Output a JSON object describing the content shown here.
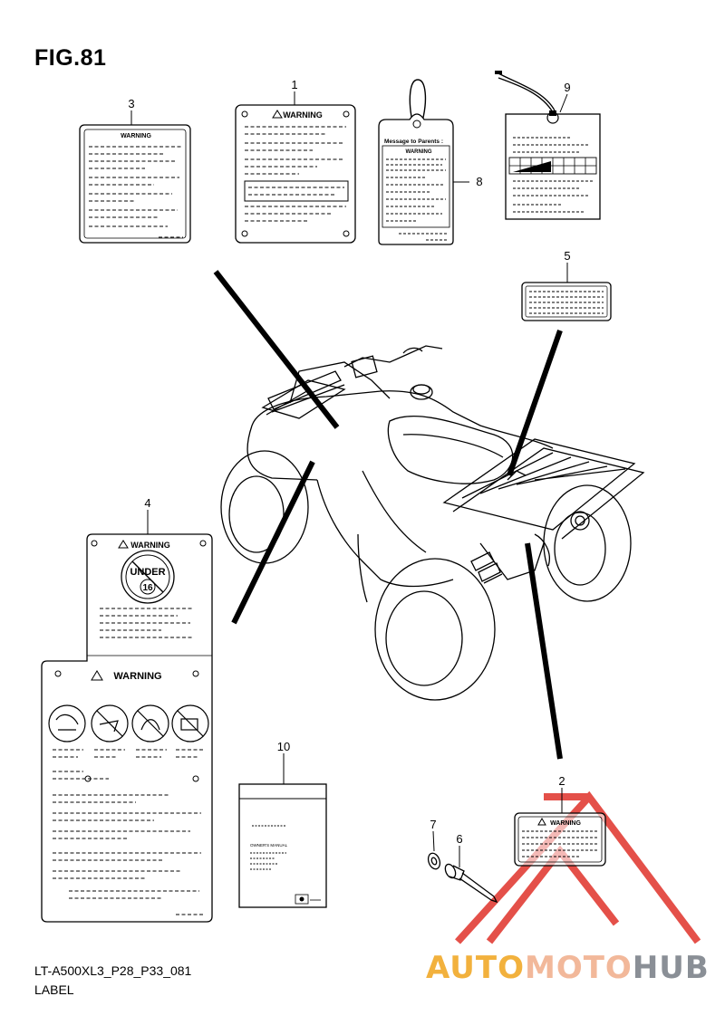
{
  "figure": {
    "title": "FIG.81",
    "code": "LT-A500XL3_P28_P33_081",
    "name": "LABEL"
  },
  "callouts": [
    "1",
    "2",
    "3",
    "4",
    "5",
    "6",
    "7",
    "8",
    "9",
    "10"
  ],
  "labels": {
    "warning_text": "WARNING",
    "message_to_parents": "Message to Parents :",
    "under_text": "UNDER",
    "age_text": "16",
    "owners_manual": "OWNER'S MANUAL"
  },
  "watermark": {
    "part_a": "AUTO",
    "part_b": "MOTO",
    "part_c": "HUB"
  },
  "icons": [
    "warning-triangle-icon",
    "no-under-16-icon",
    "prohibited-icon",
    "atv-body-outline",
    "bolt-icon",
    "washer-icon"
  ],
  "colors": {
    "line": "#000000",
    "watermark_red": "#e0322a",
    "watermark_orange": "#f2b13d",
    "watermark_pink": "#f2b89a",
    "watermark_gray": "#8a8f96"
  }
}
